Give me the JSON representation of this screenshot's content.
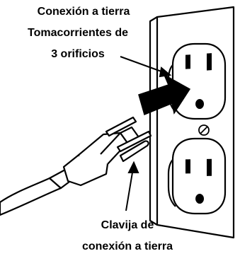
{
  "labels": {
    "ground_connection_line1": "Conexión a tierra",
    "outlet_line2": "Tomacorrientes de",
    "outlet_line3": "3 orificios",
    "ground_pin_line1": "Clavija de",
    "ground_pin_line2": "conexión a tierra"
  },
  "colors": {
    "ink": "#000000",
    "paper": "#ffffff"
  },
  "icons": {
    "plug": "three-prong-plug-icon",
    "receptacle": "duplex-outlet-icon",
    "arrow": "insertion-arrow-icon"
  }
}
